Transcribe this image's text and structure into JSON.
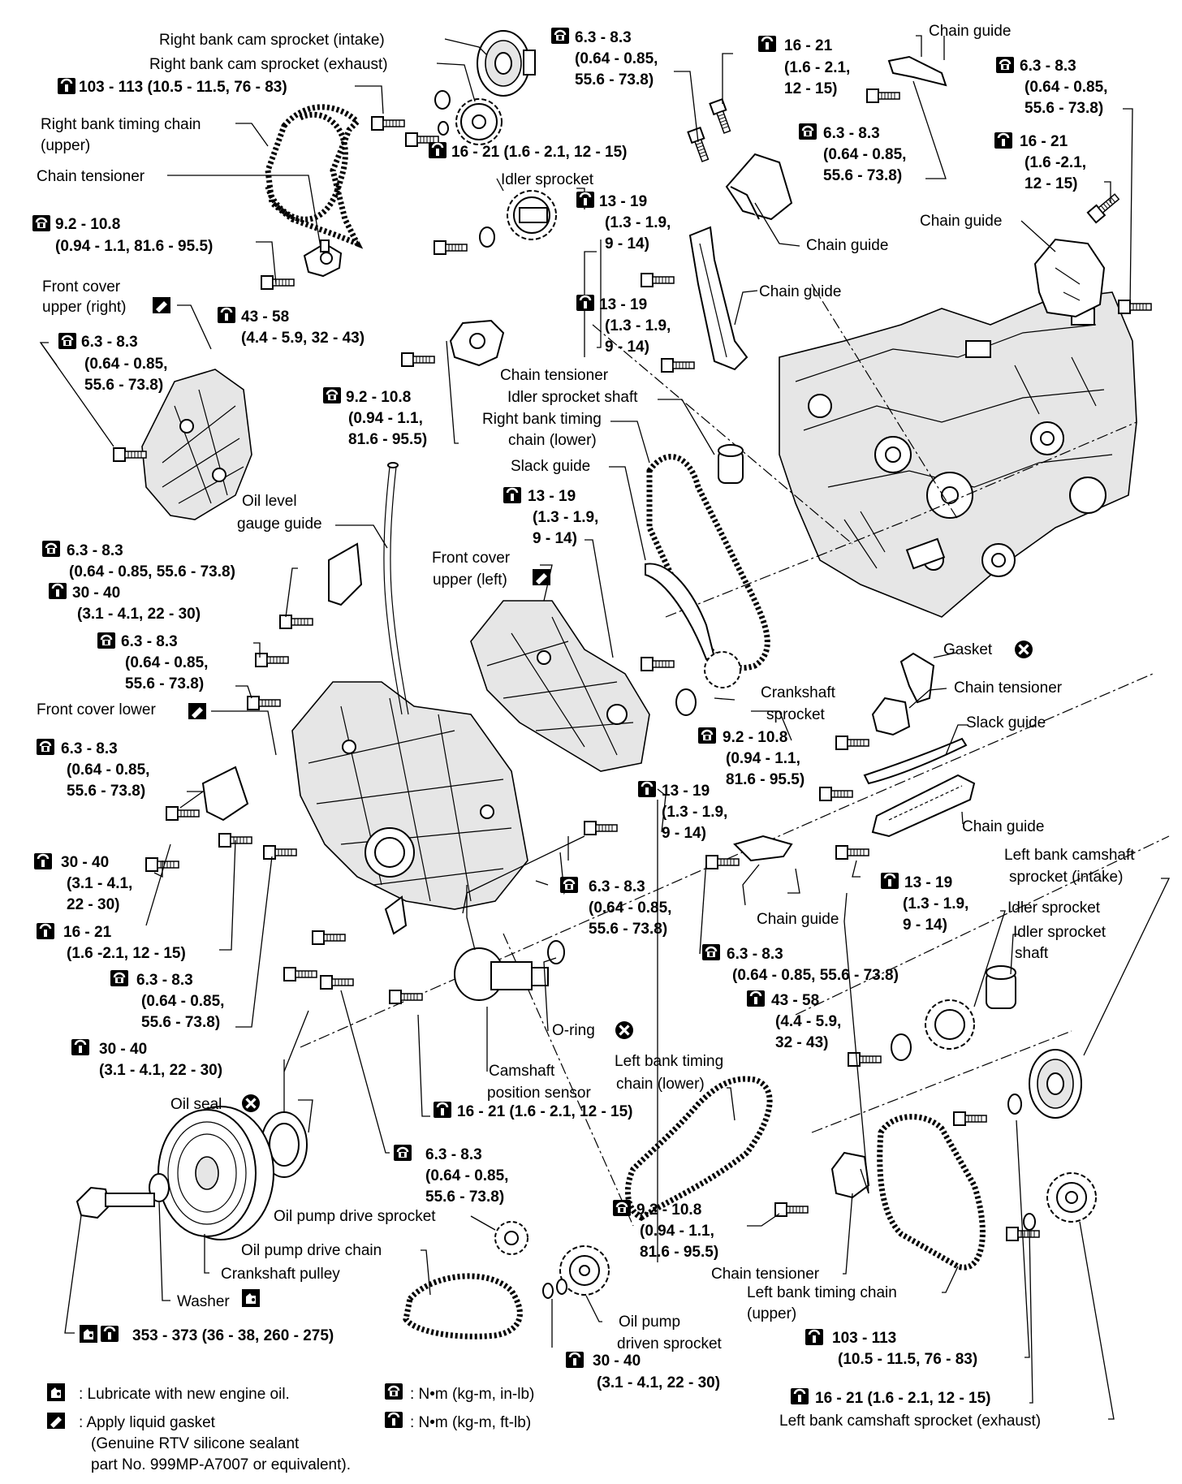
{
  "labels": {
    "rb_cam_int": "Right bank cam sprocket (intake)",
    "rb_cam_exh": "Right bank cam sprocket (exhaust)",
    "rb_chain_upper_1": "Right bank timing chain",
    "rb_chain_upper_2": "(upper)",
    "chain_tensioner_1": "Chain tensioner",
    "front_cover_upper_right_1": "Front cover",
    "front_cover_upper_right_2": "upper (right)",
    "idler_sprocket_r": "Idler sprocket",
    "chain_guide_top": "Chain guide",
    "chain_guide_mid": "Chain guide",
    "chain_guide_right": "Chain guide",
    "chain_guide_2": "Chain guide",
    "chain_tensioner_2": "Chain tensioner",
    "idler_shaft_r": "Idler sprocket shaft",
    "rb_chain_lower_1": "Right bank timing",
    "rb_chain_lower_2": "chain (lower)",
    "slack_guide_1": "Slack guide",
    "oil_level_1": "Oil level",
    "oil_level_2": "gauge guide",
    "front_cover_upper_left_1": "Front cover",
    "front_cover_upper_left_2": "upper (left)",
    "gasket": "Gasket",
    "chain_tensioner_3": "Chain tensioner",
    "slack_guide_2": "Slack guide",
    "crank_sprocket_1": "Crankshaft",
    "crank_sprocket_2": "sprocket",
    "front_cover_lower": "Front cover lower",
    "chain_guide_3": "Chain guide",
    "lb_cam_int_1": "Left bank camshaft",
    "lb_cam_int_2": "sprocket (intake)",
    "idler_sprocket_l": "Idler sprocket",
    "idler_shaft_l_1": "Idler sprocket",
    "idler_shaft_l_2": "shaft",
    "chain_guide_4": "Chain guide",
    "o_ring": "O-ring",
    "cam_sensor_1": "Camshaft",
    "cam_sensor_2": "position sensor",
    "lb_chain_lower_1": "Left bank timing",
    "lb_chain_lower_2": "chain (lower)",
    "oil_seal": "Oil seal",
    "oil_pump_drive_sprocket": "Oil pump drive sprocket",
    "oil_pump_drive_chain": "Oil pump drive chain",
    "crank_pulley": "Crankshaft pulley",
    "washer": "Washer",
    "oil_pump_driven_1": "Oil pump",
    "oil_pump_driven_2": "driven sprocket",
    "chain_tensioner_4": "Chain tensioner",
    "lb_chain_upper_1": "Left bank timing chain",
    "lb_chain_upper_2": "(upper)",
    "lb_cam_exh": "Left bank camshaft sprocket (exhaust)"
  },
  "torques": {
    "t01": [
      "103 - 113 (10.5 - 11.5, 76 - 83)"
    ],
    "t02": [
      "6.3 - 8.3",
      "(0.64 - 0.85,",
      "55.6 - 73.8)"
    ],
    "t03": [
      "16 - 21 (1.6 - 2.1, 12 - 15)"
    ],
    "t04": [
      "16 - 21",
      "(1.6 - 2.1,",
      "12 - 15)"
    ],
    "t05": [
      "6.3 - 8.3",
      "(0.64 - 0.85,",
      "55.6 - 73.8)"
    ],
    "t06": [
      "6.3 - 8.3",
      "(0.64 - 0.85,",
      "55.6 - 73.8)"
    ],
    "t07": [
      "16 - 21",
      "(1.6 -2.1,",
      "12 - 15)"
    ],
    "t08": [
      "9.2 - 10.8",
      "(0.94 - 1.1, 81.6 - 95.5)"
    ],
    "t09": [
      "13 - 19",
      "(1.3 - 1.9,",
      "9 - 14)"
    ],
    "t10": [
      "43 - 58",
      "(4.4 - 5.9, 32 - 43)"
    ],
    "t11": [
      "6.3 - 8.3",
      "(0.64 - 0.85,",
      "55.6 - 73.8)"
    ],
    "t12": [
      "13 - 19",
      "(1.3 - 1.9,",
      "9 - 14)"
    ],
    "t13": [
      "9.2 - 10.8",
      "(0.94 - 1.1,",
      "81.6 - 95.5)"
    ],
    "t14": [
      "13 - 19",
      "(1.3 - 1.9,",
      "9 - 14)"
    ],
    "t15": [
      "6.3 - 8.3",
      "(0.64 - 0.85, 55.6 - 73.8)"
    ],
    "t16": [
      "30 - 40",
      "(3.1 - 4.1, 22 - 30)"
    ],
    "t17": [
      "6.3 - 8.3",
      "(0.64 - 0.85,",
      "55.6 - 73.8)"
    ],
    "t18": [
      "9.2 - 10.8",
      "(0.94 - 1.1,",
      "81.6 - 95.5)"
    ],
    "t19": [
      "6.3 - 8.3",
      "(0.64 - 0.85,",
      "55.6 - 73.8)"
    ],
    "t20": [
      "13 - 19",
      "(1.3 - 1.9,",
      "9 - 14)"
    ],
    "t21": [
      "30 - 40",
      "(3.1 - 4.1,",
      "22 - 30)"
    ],
    "t22": [
      "13 - 19",
      "(1.3 - 1.9,",
      "9 - 14)"
    ],
    "t23": [
      "6.3 - 8.3",
      "(0.64 - 0.85,",
      "55.6 - 73.8)"
    ],
    "t24": [
      "16 - 21",
      "(1.6 -2.1, 12 - 15)"
    ],
    "t25": [
      "6.3 - 8.3",
      "(0.64 - 0.85, 55.6 - 73.8)"
    ],
    "t26": [
      "6.3 - 8.3",
      "(0.64 - 0.85,",
      "55.6 - 73.8)"
    ],
    "t27": [
      "43 - 58",
      "(4.4 - 5.9,",
      "32 - 43)"
    ],
    "t28": [
      "30 - 40",
      "(3.1 - 4.1, 22 - 30)"
    ],
    "t29": [
      "16 - 21 (1.6 - 2.1, 12 - 15)"
    ],
    "t30": [
      "6.3 - 8.3",
      "(0.64 - 0.85,",
      "55.6 - 73.8)"
    ],
    "t31": [
      "9.2 - 10.8",
      "(0.94 - 1.1,",
      "81.6 - 95.5)"
    ],
    "t32": [
      "353 - 373 (36 - 38, 260 - 275)"
    ],
    "t33": [
      "30 - 40",
      "(3.1 - 4.1, 22 - 30)"
    ],
    "t34": [
      "103 - 113",
      "(10.5 - 11.5, 76 - 83)"
    ],
    "t35": [
      "16 - 21 (1.6 - 2.1, 12 - 15)"
    ]
  },
  "legend": {
    "lubricate": ": Lubricate with new engine oil.",
    "gasket_1": ": Apply liquid gasket",
    "gasket_2": "(Genuine RTV silicone sealant",
    "gasket_3": "part No. 999MP-A7007 or equivalent).",
    "nm_inlb": ": N•m (kg-m, in-lb)",
    "nm_ftlb": ": N•m (kg-m, ft-lb)"
  }
}
